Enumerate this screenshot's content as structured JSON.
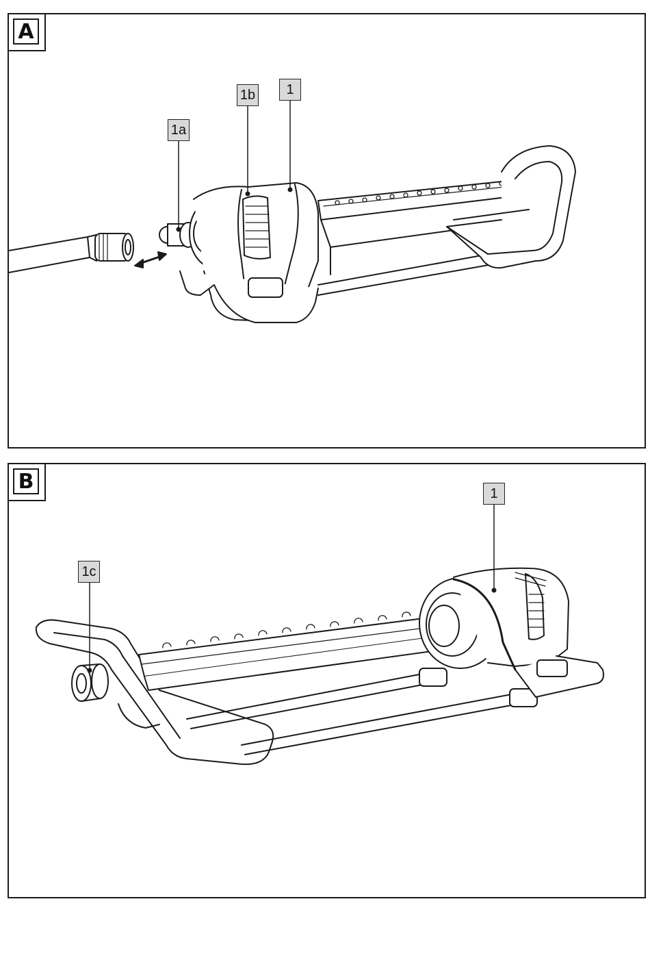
{
  "panels": [
    {
      "label": "A",
      "callouts": [
        "1b",
        "1",
        "1a"
      ]
    },
    {
      "label": "B",
      "callouts": [
        "1",
        "1c"
      ]
    }
  ],
  "colors": {
    "line": "#1a1a1a",
    "callout_fill": "#d9d9d9"
  }
}
